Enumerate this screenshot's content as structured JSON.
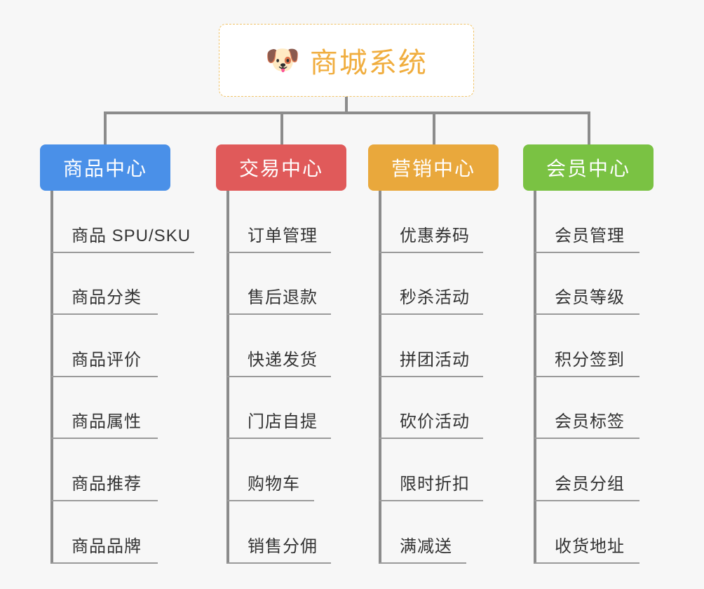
{
  "root": {
    "icon": "dog-face-icon",
    "icon_glyph": "🐶",
    "title": "商城系统",
    "title_color": "#f0ad3e",
    "border_color": "#f0c368",
    "background": "#ffffff"
  },
  "canvas": {
    "background": "#f7f7f7",
    "connector_color": "#8c8c8c",
    "leaf_line_color": "#9a9a9a",
    "leaf_text_color": "#333333"
  },
  "branches": [
    {
      "label": "商品中心",
      "color": "#4a90e8",
      "items": [
        {
          "label": "商品 SPU/SKU",
          "underline_width": 204
        },
        {
          "label": "商品分类",
          "underline_width": 152
        },
        {
          "label": "商品评价",
          "underline_width": 152
        },
        {
          "label": "商品属性",
          "underline_width": 152
        },
        {
          "label": "商品推荐",
          "underline_width": 152
        },
        {
          "label": "商品品牌",
          "underline_width": 152
        }
      ]
    },
    {
      "label": "交易中心",
      "color": "#e05a5a",
      "items": [
        {
          "label": "订单管理",
          "underline_width": 148
        },
        {
          "label": "售后退款",
          "underline_width": 148
        },
        {
          "label": "快递发货",
          "underline_width": 148
        },
        {
          "label": "门店自提",
          "underline_width": 148
        },
        {
          "label": "购物车",
          "underline_width": 124
        },
        {
          "label": "销售分佣",
          "underline_width": 148
        }
      ]
    },
    {
      "label": "营销中心",
      "color": "#e9a83c",
      "items": [
        {
          "label": "优惠券码",
          "underline_width": 148
        },
        {
          "label": "秒杀活动",
          "underline_width": 148
        },
        {
          "label": "拼团活动",
          "underline_width": 148
        },
        {
          "label": "砍价活动",
          "underline_width": 148
        },
        {
          "label": "限时折扣",
          "underline_width": 148
        },
        {
          "label": "满减送",
          "underline_width": 124
        }
      ]
    },
    {
      "label": "会员中心",
      "color": "#7ac243",
      "items": [
        {
          "label": "会员管理",
          "underline_width": 150
        },
        {
          "label": "会员等级",
          "underline_width": 150
        },
        {
          "label": "积分签到",
          "underline_width": 150
        },
        {
          "label": "会员标签",
          "underline_width": 150
        },
        {
          "label": "会员分组",
          "underline_width": 150
        },
        {
          "label": "收货地址",
          "underline_width": 150
        }
      ]
    }
  ]
}
